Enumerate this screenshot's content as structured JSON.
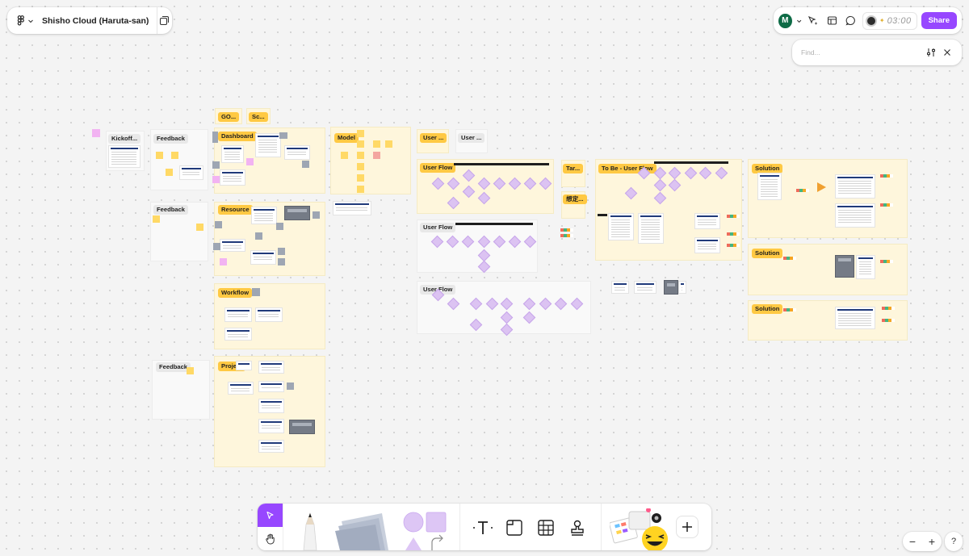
{
  "app": {
    "file_title": "Shisho Cloud (Haruta-san)",
    "share_label": "Share",
    "timer": "03:00",
    "user_initial": "M"
  },
  "search": {
    "placeholder": "Find..."
  },
  "board": {
    "labels": {
      "kickoff": "Kickoff...",
      "feedback_1": "Feedback",
      "feedback_2": "Feedback",
      "feedback_3": "Feedback",
      "go": "GO...",
      "sc": "Sc...",
      "dashboard": "Dashboard",
      "resource": "Resource",
      "workflow": "Workflow",
      "project": "Project",
      "model": "Model",
      "user_short_1": "User ...",
      "user_short_2": "User ...",
      "user_flow_1": "User Flow",
      "user_flow_2": "User Flow",
      "user_flow_3": "User Flow",
      "tar": "Tar...",
      "souteii": "想定...",
      "to_be": "To Be - User Flow",
      "solution_1": "Solution",
      "solution_2": "Solution",
      "solution_3": "Solution"
    }
  },
  "toolbar": {
    "tools": [
      "move-tool",
      "hand-tool",
      "pencil-tool",
      "sticky-note-tool",
      "shape-tool",
      "text-tool",
      "section-tool",
      "table-tool",
      "stamp-tool",
      "widgets-tool",
      "more-tool"
    ]
  },
  "zoom": {
    "minus": "−",
    "plus": "+",
    "help": "?"
  },
  "colors": {
    "accent": "#9747ff",
    "section_bg": "#fef6dc",
    "label_bg": "#ffc943",
    "sticky": "#ffd966",
    "flow_diamond": "#dcc3f2"
  }
}
